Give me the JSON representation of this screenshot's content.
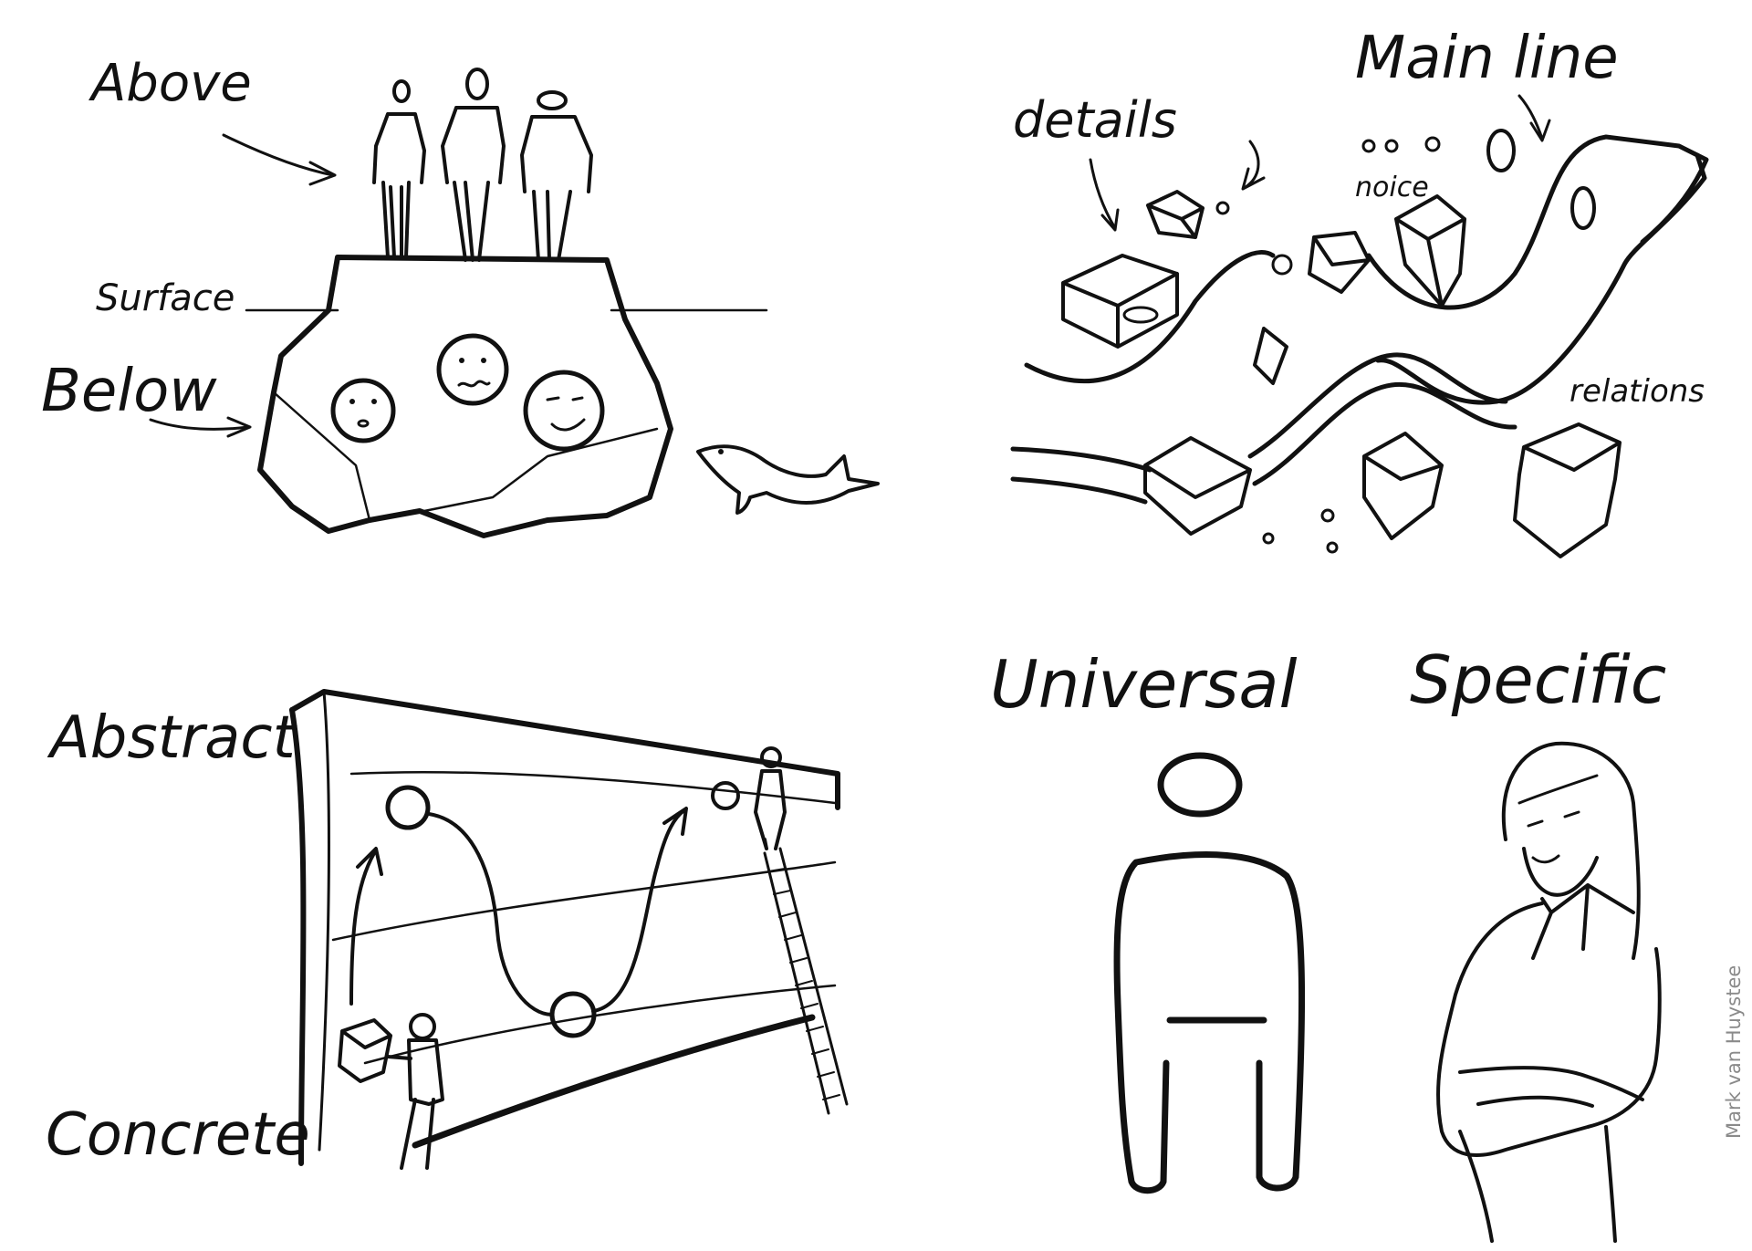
{
  "panels": {
    "iceberg": {
      "above_label": "Above",
      "surface_label": "Surface",
      "below_label": "Below"
    },
    "main_line": {
      "title_label": "Main line",
      "details_label": "details",
      "noise_label": "noice",
      "relations_label": "relations"
    },
    "ladder": {
      "abstract_label": "Abstract",
      "concrete_label": "Concrete"
    },
    "universal_specific": {
      "universal_label": "Universal",
      "specific_label": "Specific"
    }
  },
  "credit": "Mark van Huystee",
  "colors": {
    "ink": "#111111",
    "credit": "#8a8a8a",
    "background": "#ffffff"
  }
}
